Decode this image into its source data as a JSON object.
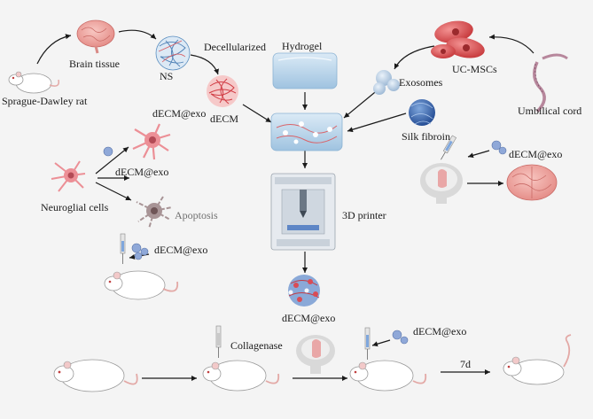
{
  "labels": {
    "rat": "Sprague-Dawley rat",
    "brain_tissue": "Brain tissue",
    "ns": "NS",
    "decellularized": "Decellularized",
    "decm": "dECM",
    "hydrogel": "Hydrogel",
    "uc_mscs": "UC-MSCs",
    "exosomes": "Exosomes",
    "umbilical_cord": "Umbilical cord",
    "silk_fibroin": "Silk fibroin",
    "decm_exo_top": "dECM@exo",
    "decm_exo_cells": "dECM@exo",
    "neuroglial": "Neuroglial cells",
    "apoptosis": "Apoptosis",
    "decm_exo_rat": "dECM@exo",
    "printer": "3D printer",
    "decm_exo_product": "dECM@exo",
    "decm_exo_brain": "dECM@exo",
    "collagenase": "Collagenase",
    "decm_exo_bottom": "dECM@exo",
    "days": "7d"
  },
  "colors": {
    "background": "#f4f4f4",
    "arrow": "#1a1a1a",
    "brain_pink": "#f0a7a2",
    "ns_blue": "#6fa9d6",
    "decm_red": "#e0545a",
    "hydrogel_blue": "#bcd7ec",
    "cell_red": "#e05b5b",
    "exosome_blue": "#b9cfe4",
    "silk_blue": "#3f6fb5",
    "cord_purple": "#b7879c",
    "neuron_pink": "#ec8f96",
    "apoptosis_gray": "#a89496",
    "rat_white": "#ffffff",
    "skull_gray": "#d9d9d9"
  },
  "icons": [
    "rat-icon",
    "brain-icon",
    "ns-fiber-icon",
    "decm-fiber-icon",
    "hydrogel-icon",
    "uc-msc-cells-icon",
    "exosome-icon",
    "umbilical-cord-icon",
    "silk-fibroin-icon",
    "neuron-icon",
    "apoptotic-neuron-icon",
    "syringe-icon",
    "3d-printer-icon",
    "decm-exo-particle-icon",
    "skull-brain-icon"
  ]
}
